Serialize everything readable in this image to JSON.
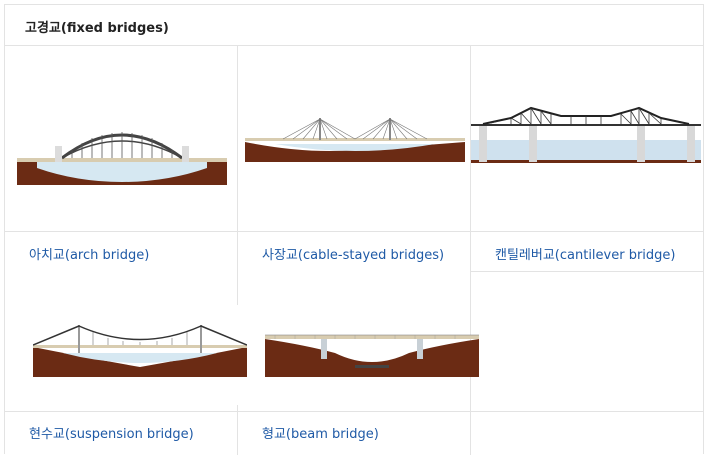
{
  "section": {
    "title": "고경교(fixed bridges)"
  },
  "bridges": [
    {
      "label": "아치교(arch bridge)",
      "icon": "arch-bridge-illustration"
    },
    {
      "label": "사장교(cable-stayed bridges)",
      "icon": "cable-stayed-bridge-illustration"
    },
    {
      "label": "캔틸레버교(cantilever bridge)",
      "icon": "cantilever-bridge-illustration"
    },
    {
      "label": "현수교(suspension bridge)",
      "icon": "suspension-bridge-illustration"
    },
    {
      "label": "형교(beam bridge)",
      "icon": "beam-bridge-illustration"
    }
  ],
  "colors": {
    "ground": "#6b2b14",
    "water": "#cfe1ee",
    "deck": "#d8ccb0",
    "caption": "#1f5aa6"
  }
}
